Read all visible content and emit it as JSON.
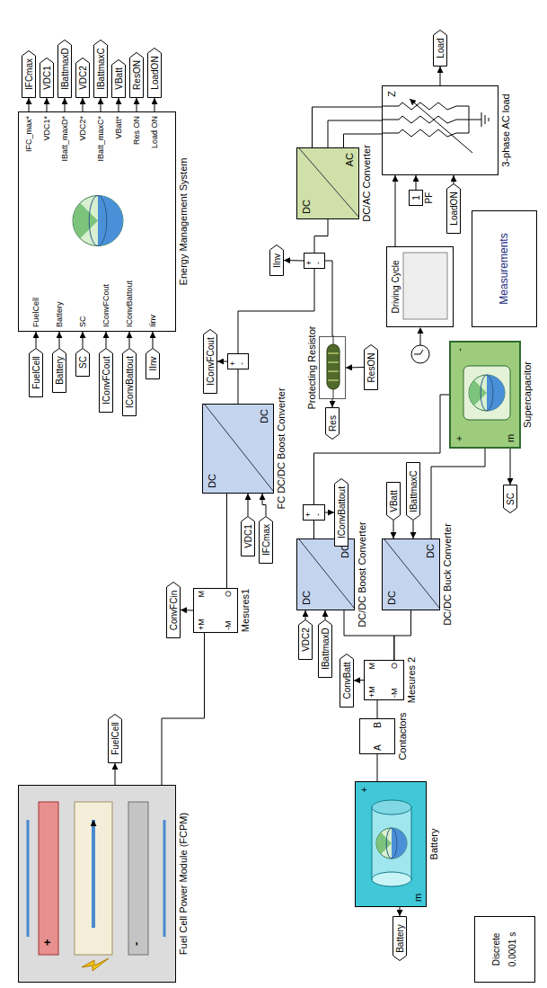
{
  "diagram": {
    "nodes": [
      {
        "text": [
          "FuelCell",
          "Battery",
          "SC",
          "IConvFCout",
          "IConvBattout",
          "Iinv",
          "IFC_max*",
          "VDC1*",
          "IBatt_maxD*",
          "VDC2*",
          "IBatt_maxC*",
          "VBatt*",
          "Res ON",
          "Load ON",
          "Energy Management System"
        ]
      },
      {
        "text": [
          "FuelCell"
        ]
      },
      {
        "text": [
          "Battery"
        ]
      },
      {
        "text": [
          "SC"
        ]
      },
      {
        "text": [
          "IConvFCout"
        ]
      },
      {
        "text": [
          "IConvBattout"
        ]
      },
      {
        "text": [
          "IInv"
        ]
      },
      {
        "text": [
          "IFCmax"
        ]
      },
      {
        "text": [
          "VDC1"
        ]
      },
      {
        "text": [
          "IBattmaxD"
        ]
      },
      {
        "text": [
          "VDC2"
        ]
      },
      {
        "text": [
          "IBattmaxC"
        ]
      },
      {
        "text": [
          "VBatt"
        ]
      },
      {
        "text": [
          "ResON"
        ]
      },
      {
        "text": [
          "LoadON"
        ]
      },
      {
        "text": [
          "Load"
        ]
      },
      {
        "text": [
          "Z",
          "3-phase AC load"
        ]
      },
      {
        "text": [
          "Driving Cycle"
        ]
      },
      {
        "text": [
          "1",
          "PF"
        ]
      },
      {
        "text": [
          "LoadON"
        ]
      },
      {
        "text": [
          "Measurements"
        ]
      },
      {
        "text": [
          "DC",
          "AC",
          "DC/AC Converter"
        ]
      },
      {
        "text": [
          "IInv"
        ]
      },
      {
        "text": [
          "+",
          "-"
        ]
      },
      {
        "text": [
          "Protecting Resistor"
        ]
      },
      {
        "text": [
          "ResON"
        ]
      },
      {
        "text": [
          "Res"
        ]
      },
      {
        "text": [
          "DC",
          "DC",
          "FC DC/DC Boost Converter"
        ]
      },
      {
        "text": [
          "VDC1"
        ]
      },
      {
        "text": [
          "IFCmax"
        ]
      },
      {
        "text": [
          "IConvFCout"
        ]
      },
      {
        "text": [
          "+",
          "-"
        ]
      },
      {
        "text": [
          "+M",
          "-M",
          "M",
          "O",
          "Mesures1"
        ]
      },
      {
        "text": [
          "ConvFCin"
        ]
      },
      {
        "text": [
          "FuelCell"
        ]
      },
      {
        "text": [
          "+",
          "-",
          "Fuel Cell Power Module (FCPM)"
        ]
      },
      {
        "text": [
          "+",
          "-",
          "m",
          "Supercapacitor"
        ]
      },
      {
        "text": [
          "SC"
        ]
      },
      {
        "text": [
          "DC",
          "DC",
          "DC/DC Boost Converter"
        ]
      },
      {
        "text": [
          "VDC2"
        ]
      },
      {
        "text": [
          "IBattmaxD"
        ]
      },
      {
        "text": [
          "+",
          "-"
        ]
      },
      {
        "text": [
          "IConvBattout"
        ]
      },
      {
        "text": [
          "DC",
          "DC",
          "DC/DC Buck Converter"
        ]
      },
      {
        "text": [
          "VBatt"
        ]
      },
      {
        "text": [
          "IBattmaxC"
        ]
      },
      {
        "text": [
          "+M",
          "-M",
          "M",
          "O",
          "Mesures 2"
        ]
      },
      {
        "text": [
          "ConvBatt"
        ]
      },
      {
        "text": [
          "A",
          "B",
          "Contactors"
        ]
      },
      {
        "text": [
          "+",
          "m",
          "Battery"
        ]
      },
      {
        "text": [
          "Battery"
        ]
      },
      {
        "text": [
          "Discrete",
          "0.0001 s"
        ]
      }
    ],
    "edges": [
      {
        "from": 1,
        "to": 0,
        "arrow": "to"
      },
      {
        "from": 2,
        "to": 0,
        "arrow": "to"
      },
      {
        "from": 3,
        "to": 0,
        "arrow": "to"
      },
      {
        "from": 4,
        "to": 0,
        "arrow": "to"
      },
      {
        "from": 5,
        "to": 0,
        "arrow": "to"
      },
      {
        "from": 6,
        "to": 0,
        "arrow": "to"
      },
      {
        "from": 0,
        "to": 7,
        "arrow": "to"
      },
      {
        "from": 0,
        "to": 8,
        "arrow": "to"
      },
      {
        "from": 0,
        "to": 9,
        "arrow": "to"
      },
      {
        "from": 0,
        "to": 10,
        "arrow": "to"
      },
      {
        "from": 0,
        "to": 11,
        "arrow": "to"
      },
      {
        "from": 0,
        "to": 12,
        "arrow": "to"
      },
      {
        "from": 0,
        "to": 13,
        "arrow": "to"
      },
      {
        "from": 0,
        "to": 14,
        "arrow": "to"
      },
      {
        "from": 16,
        "to": 15,
        "arrow": "to"
      },
      {
        "from": 17,
        "to": 16,
        "arrow": "to"
      },
      {
        "from": 18,
        "to": 16,
        "arrow": "to"
      },
      {
        "from": 19,
        "to": 16,
        "arrow": "to"
      },
      {
        "from": 21,
        "to": 16,
        "arrow": "none"
      },
      {
        "from": 21,
        "to": 16,
        "arrow": "none"
      },
      {
        "from": 21,
        "to": 16,
        "arrow": "none"
      },
      {
        "from": 27,
        "to": 31,
        "arrow": "none"
      },
      {
        "from": 31,
        "to": 30,
        "arrow": "to"
      },
      {
        "from": 31,
        "to": 23,
        "arrow": "none"
      },
      {
        "from": 23,
        "to": 22,
        "arrow": "to"
      },
      {
        "from": 23,
        "to": 21,
        "arrow": "none"
      },
      {
        "from": 23,
        "to": 24,
        "arrow": "none"
      },
      {
        "from": 24,
        "to": 26,
        "arrow": "to"
      },
      {
        "from": 25,
        "to": 24,
        "arrow": "to"
      },
      {
        "from": 35,
        "to": 34,
        "arrow": "to"
      },
      {
        "from": 35,
        "to": 32,
        "arrow": "none"
      },
      {
        "from": 32,
        "to": 27,
        "arrow": "none"
      },
      {
        "from": 32,
        "to": 33,
        "arrow": "to"
      },
      {
        "from": 28,
        "to": 27,
        "arrow": "to"
      },
      {
        "from": 29,
        "to": 27,
        "arrow": "to"
      },
      {
        "from": 38,
        "to": 41,
        "arrow": "none"
      },
      {
        "from": 41,
        "to": 42,
        "arrow": "to"
      },
      {
        "from": 41,
        "to": 36,
        "arrow": "none"
      },
      {
        "from": 43,
        "to": 36,
        "arrow": "none"
      },
      {
        "from": 36,
        "to": 37,
        "arrow": "to"
      },
      {
        "from": 39,
        "to": 38,
        "arrow": "to"
      },
      {
        "from": 40,
        "to": 38,
        "arrow": "to"
      },
      {
        "from": 44,
        "to": 43,
        "arrow": "to"
      },
      {
        "from": 45,
        "to": 43,
        "arrow": "to"
      },
      {
        "from": 49,
        "to": 48,
        "arrow": "none"
      },
      {
        "from": 48,
        "to": 46,
        "arrow": "none"
      },
      {
        "from": 46,
        "to": 47,
        "arrow": "to"
      },
      {
        "from": 46,
        "to": 38,
        "arrow": "none"
      },
      {
        "from": 46,
        "to": 43,
        "arrow": "none"
      },
      {
        "from": 49,
        "to": 50,
        "arrow": "to"
      }
    ]
  }
}
